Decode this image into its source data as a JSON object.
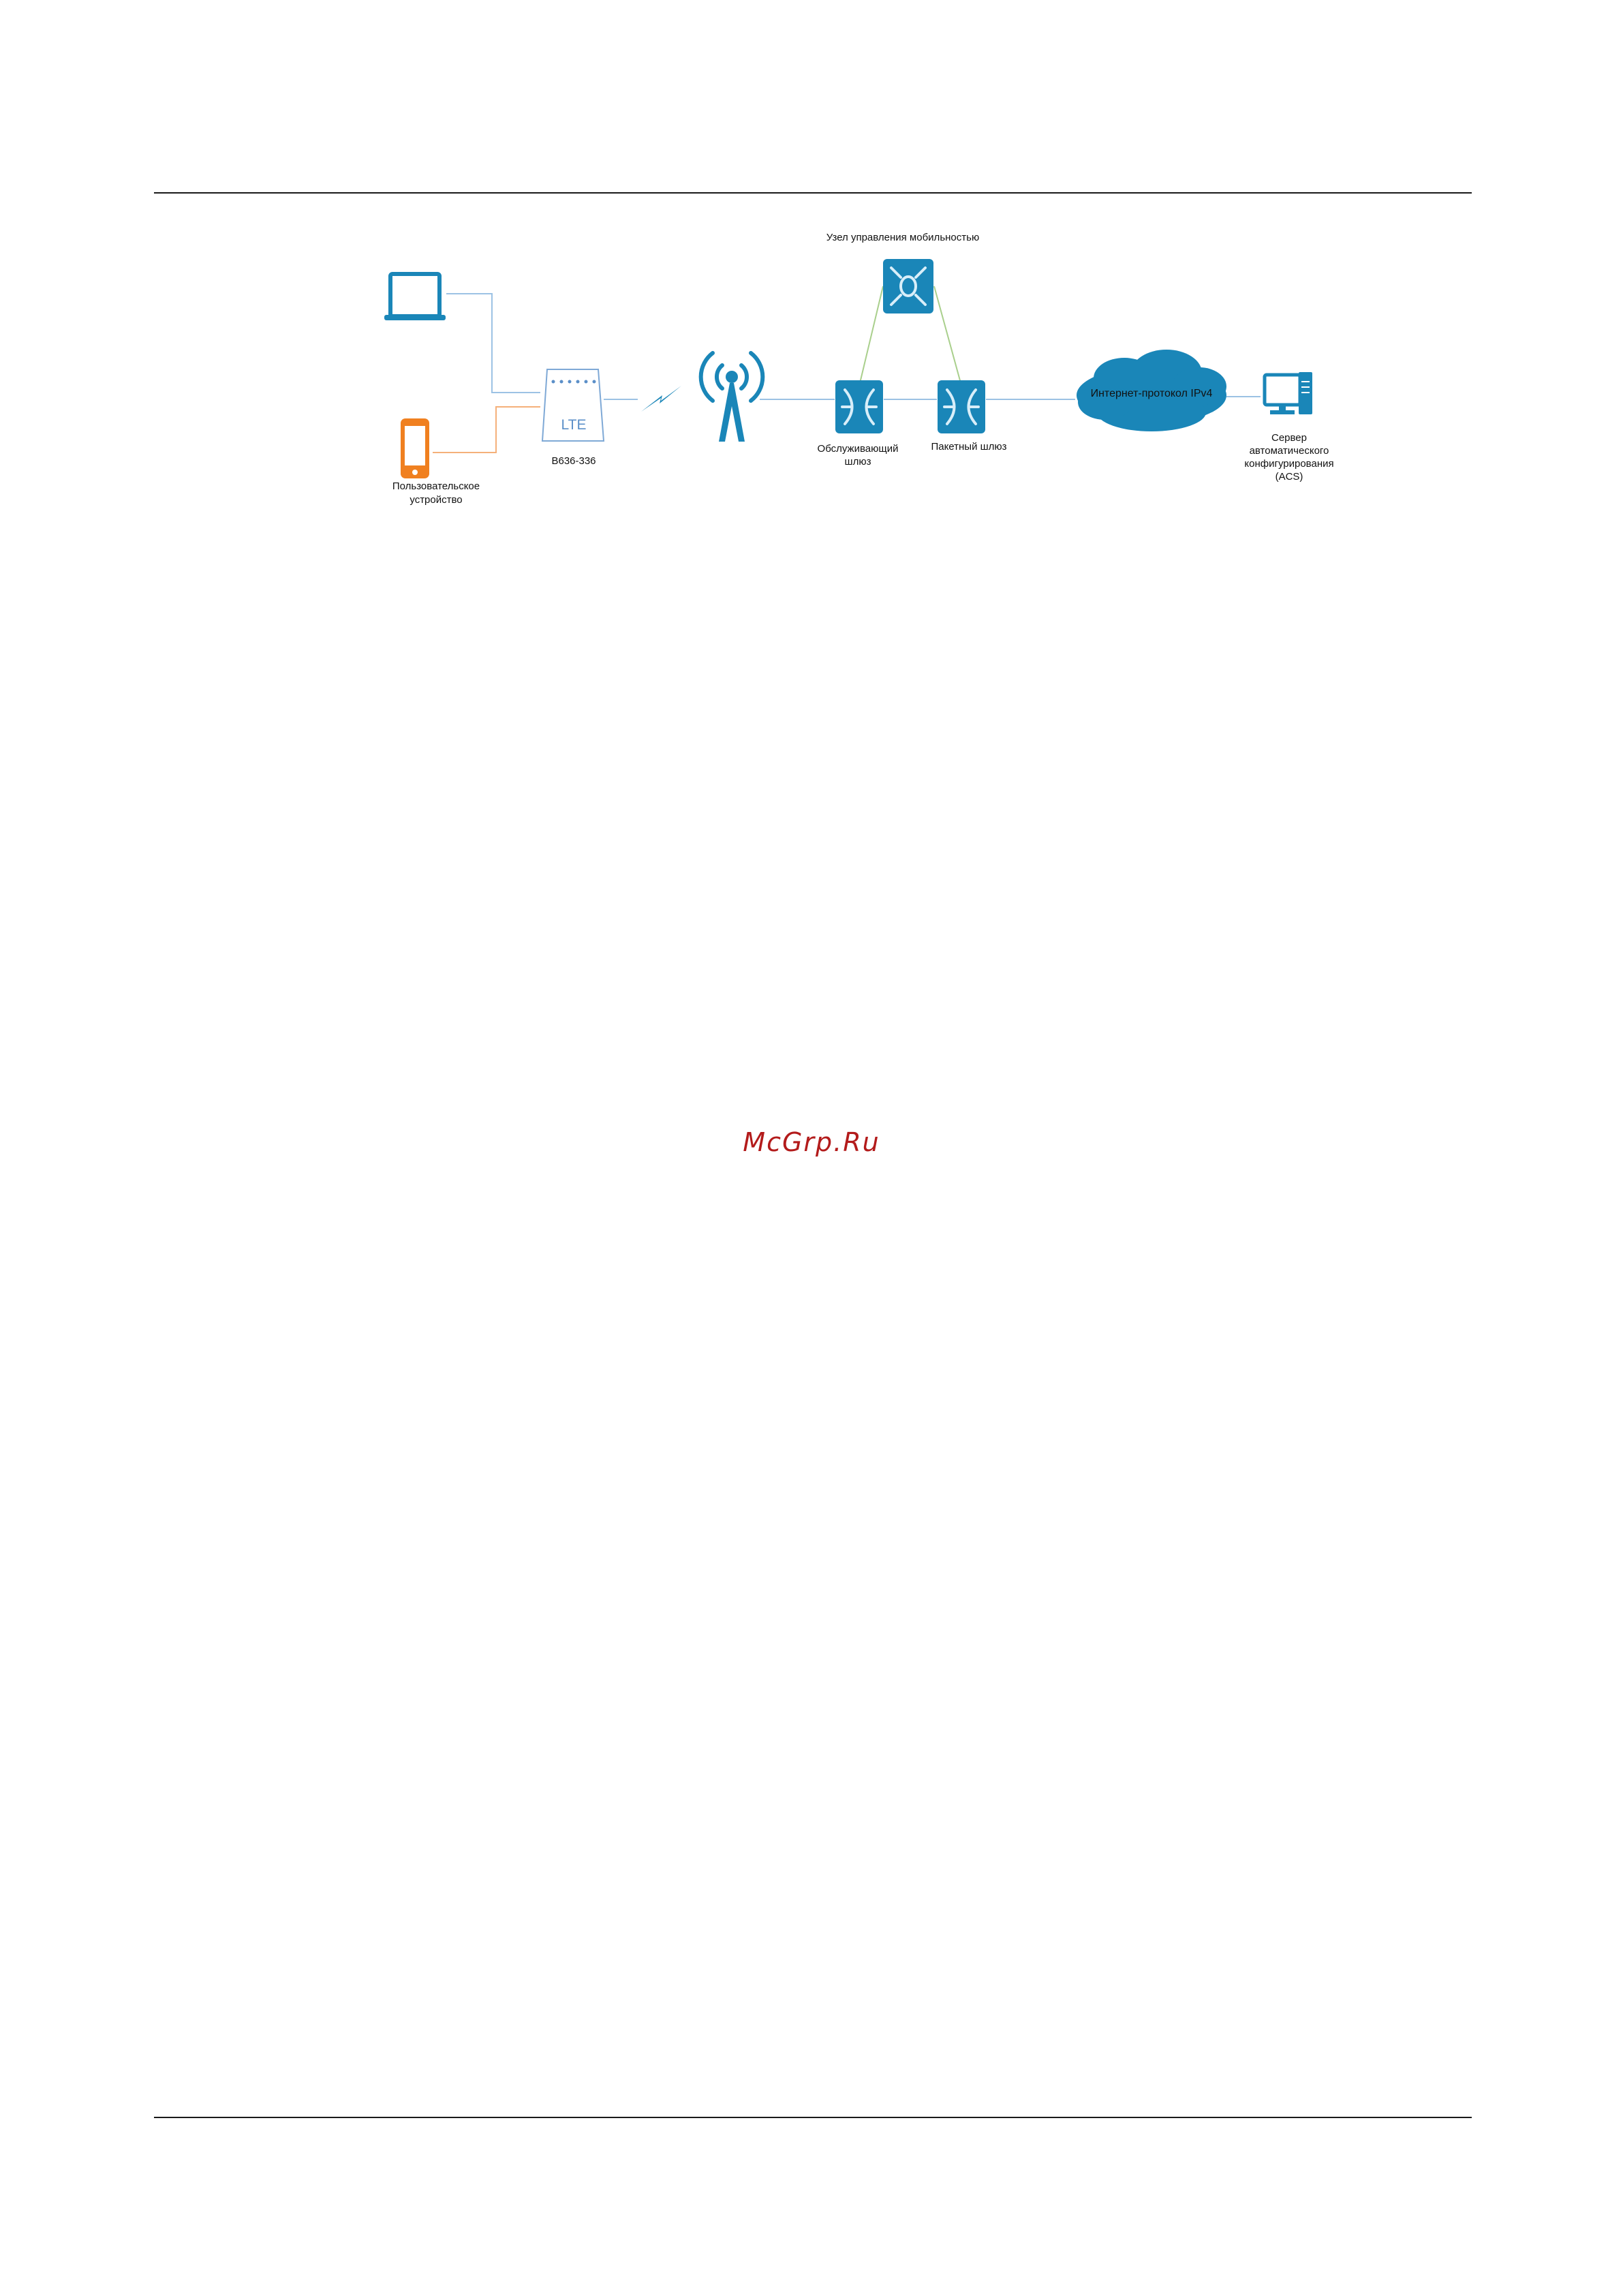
{
  "diagram": {
    "labels": {
      "mobility_node": "Узел управления мобильностью",
      "user_device_line1": "Пользовательское",
      "user_device_line2": "устройство",
      "router_model": "B636-336",
      "router_badge": "LTE",
      "serving_gw_line1": "Обслуживающий",
      "serving_gw_line2": "шлюз",
      "packet_gw": "Пакетный шлюз",
      "internet": "Интернет-протокол  IPv4",
      "acs_line1": "Сервер",
      "acs_line2": "автоматического",
      "acs_line3": "конфигурирования",
      "acs_line4": "(ACS)"
    },
    "icons": [
      "laptop-icon",
      "smartphone-icon",
      "lte-router-icon",
      "radio-link-icon",
      "cell-tower-icon",
      "mobility-node-icon",
      "serving-gateway-icon",
      "packet-gateway-icon",
      "internet-cloud-icon",
      "acs-server-icon"
    ],
    "colors": {
      "primary_blue": "#1a86b8",
      "link_blue": "#9cc2e4",
      "phone_orange": "#f08020",
      "link_orange": "#f5b07a",
      "link_green": "#a9cf8c"
    }
  },
  "watermark": "McGrp.Ru"
}
